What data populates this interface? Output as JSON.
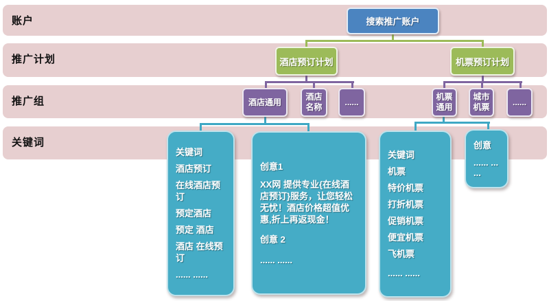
{
  "rows": [
    {
      "label": "账户"
    },
    {
      "label": "推广计划"
    },
    {
      "label": "推广组"
    },
    {
      "label": "关键词"
    }
  ],
  "account": {
    "label": "搜索推广账户"
  },
  "plans": {
    "hotel": {
      "label": "酒店预订计划"
    },
    "flight": {
      "label": "机票预订计划"
    }
  },
  "groups": {
    "hotel_general": {
      "label": "酒店通用"
    },
    "hotel_name": {
      "label": "酒店名称"
    },
    "hotel_more": {
      "label": "......"
    },
    "flight_general": {
      "label": "机票通用"
    },
    "city_flight": {
      "label": "城市机票"
    },
    "flight_more": {
      "label": "......"
    }
  },
  "keywords": {
    "hotel_keywords": {
      "lines": [
        "关键词",
        "酒店预订",
        "在线酒店预订",
        "预定酒店",
        "预定 酒店",
        "酒店 在线预订",
        "...... ......"
      ]
    },
    "hotel_creatives": {
      "lines": [
        "创意1",
        "XX网 提供专业{在线酒店预订}服务，让您轻松无忧！酒店价格超值优惠,折上再返现金！",
        "创意 2",
        "...... ......"
      ]
    },
    "flight_keywords": {
      "lines": [
        "关键词",
        "机票",
        "特价机票",
        "打折机票",
        "促销机票",
        "便宜机票",
        "飞机票",
        "...... ......"
      ]
    },
    "flight_creatives": {
      "lines": [
        "创意",
        "...... ... ..."
      ]
    }
  },
  "colors": {
    "row_pink": "#E7CFD0",
    "account_blue": "#4B84C0",
    "plan_green": "#9CBB59",
    "group_purple": "#7F65A0",
    "keyword_teal": "#45ACC6"
  }
}
